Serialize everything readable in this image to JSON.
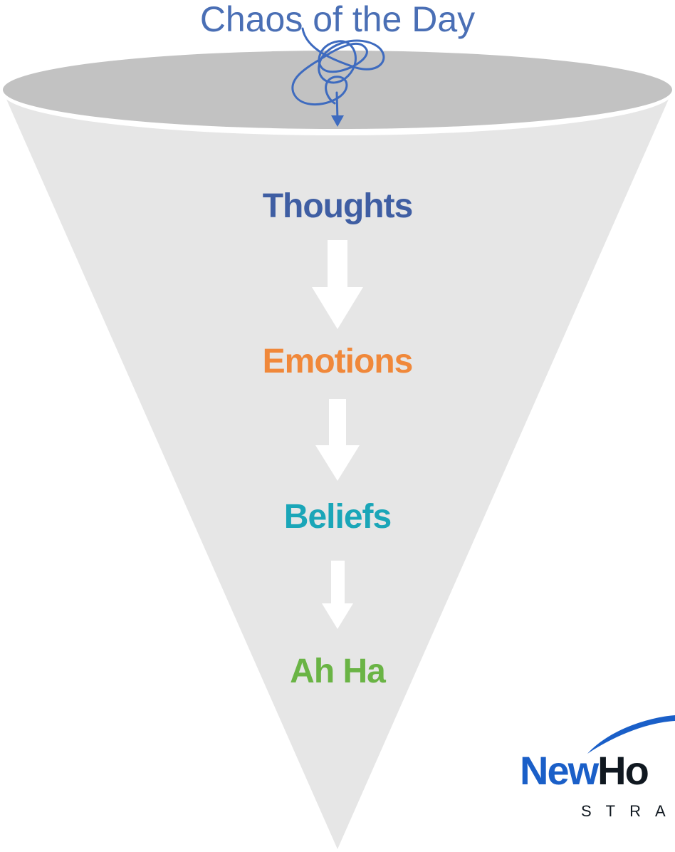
{
  "diagram": {
    "title": "Chaos of the Day",
    "stages": [
      {
        "label": "Thoughts",
        "color": "#3f5ea3"
      },
      {
        "label": "Emotions",
        "color": "#f0883a"
      },
      {
        "label": "Beliefs",
        "color": "#1aa6b8"
      },
      {
        "label": "Ah Ha",
        "color": "#6ab445"
      }
    ],
    "colors": {
      "title": "#4a6fb5",
      "funnel_body": "#e6e6e6",
      "funnel_rim": "#c2c2c2",
      "arrow": "#ffffff",
      "scribble": "#3e6bbf"
    },
    "icons": {
      "scribble": "tangled-scribble-arrow-icon",
      "flow_arrow": "down-arrow-icon"
    }
  },
  "logo": {
    "name_part1": "New",
    "name_part2": "Ho",
    "subtext": "STRA",
    "colors": {
      "part1": "#1a5fc8",
      "part2": "#101820",
      "subtext": "#101820",
      "swoosh": "#1a5fc8"
    }
  }
}
